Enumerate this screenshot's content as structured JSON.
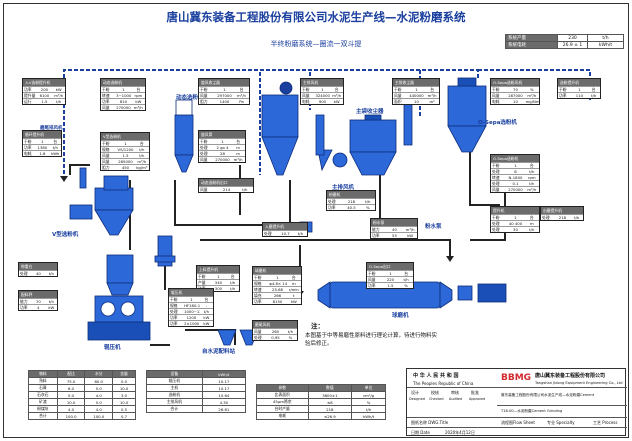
{
  "header": {
    "title": "唐山冀东装备工程股份有限公司水泥生产线—水泥粉磨系统",
    "subtitle": "半终粉磨系统—圈流一双斗提"
  },
  "capacity_table": {
    "rows": [
      {
        "label": "系统产量",
        "value": "230",
        "unit": "t/h"
      },
      {
        "label": "系统电耗",
        "value": "26.9 ± 1",
        "unit": "kWh/t"
      }
    ]
  },
  "equipment_labels": {
    "dynamic_separator": "动态选粉机",
    "main_dust_collector": "主袋收尘器",
    "o_sepa": "O-Sepa选粉机",
    "v_separator": "V型选粉机",
    "roller_press": "辊压机",
    "main_fan": "主排风机",
    "ball_mill": "球磨机",
    "powder_pump": "粉水泵",
    "slag_stock": "自水泥配料站",
    "mill_fan": "磨尾排风机"
  },
  "boxes": {
    "hoist_left": {
      "title": "入V选粉提升机",
      "rows": [
        [
          "功率",
          "200",
          "kW"
        ],
        [
          "提升量",
          "6100",
          "m³/h"
        ],
        [
          "运行",
          "1.5",
          "t/h"
        ]
      ]
    },
    "hoist_left2": {
      "title": "循环提升机",
      "rows": [
        [
          "干粉",
          "1",
          "台"
        ],
        [
          "功率",
          "1380",
          "t/h"
        ],
        [
          "电耗",
          "1.8",
          "kWh"
        ]
      ]
    },
    "dyn_sep": {
      "title": "动态选粉机",
      "rows": [
        [
          "干粉",
          "1",
          "台"
        ],
        [
          "转速",
          "3~1000",
          "rpm"
        ],
        [
          "功率",
          "810",
          "kW"
        ],
        [
          "风量",
          "270000",
          "m³/h"
        ]
      ]
    },
    "v_sep_box": {
      "title": "V型选粉机",
      "rows": [
        [
          "干粉",
          "1",
          "台"
        ],
        [
          "规格",
          "VS/1200",
          "t/h"
        ],
        [
          "风量",
          "1.5",
          "t/h"
        ],
        [
          "风量",
          "265000",
          "m³/h"
        ],
        [
          "阻力",
          "450",
          "kg/m³"
        ]
      ]
    },
    "cyclone": {
      "title": "旋风收尘器",
      "rows": [
        [
          "干粉",
          "1",
          "台"
        ],
        [
          "风量",
          "297000",
          "m³/h"
        ],
        [
          "阻力",
          "1400",
          "Pa"
        ]
      ]
    },
    "cyc_small": {
      "title": "旋风筒",
      "rows": [
        [
          "干粉",
          "1",
          "台"
        ],
        [
          "处理",
          "2 go 4",
          "m"
        ],
        [
          "处理",
          "28",
          "m"
        ],
        [
          "风量",
          "270000",
          "m³/h"
        ]
      ]
    },
    "dyn_outlet": {
      "title": "动态选粉机出口",
      "rows": [
        [
          "风量",
          "214",
          "t/h"
        ]
      ]
    },
    "fan_main_box": {
      "title": "主排风机",
      "rows": [
        [
          "干粉",
          "1",
          "台"
        ],
        [
          "风量",
          "324000",
          "m³/h"
        ],
        [
          "电耗",
          "900",
          "kW"
        ]
      ]
    },
    "bag_box": {
      "title": "主袋收尘器",
      "rows": [
        [
          "干粉",
          "1",
          "台"
        ],
        [
          "风量",
          "440000",
          "m³/h"
        ],
        [
          "面积",
          "10",
          "m²"
        ]
      ]
    },
    "osepa_fan": {
      "title": "O-Sepa选粉风机",
      "rows": [
        [
          "干粉",
          "70",
          "%"
        ],
        [
          "风量",
          "287000",
          "m³/h"
        ],
        [
          "电耗",
          "10",
          "mg/Nm³"
        ]
      ]
    },
    "osepa_box": {
      "title": "O-Sepa选粉机",
      "rows": [
        [
          "干粉",
          "1",
          "台"
        ],
        [
          "处理",
          "8",
          "t/h"
        ],
        [
          "转速",
          "N-1800",
          "rpm"
        ],
        [
          "处理",
          "0.1",
          "t/h"
        ],
        [
          "风量",
          "270000",
          "m³/h"
        ]
      ]
    },
    "osepa_hoist": {
      "title": "提升机",
      "rows": [
        [
          "干粉",
          "1",
          "台"
        ],
        [
          "处理",
          "40 400",
          "m"
        ],
        [
          "处理",
          "30",
          "t/h"
        ]
      ]
    },
    "osepa_right": {
      "title": "选粉提升机",
      "rows": [
        [
          "干粉",
          "1",
          "台"
        ],
        [
          "功率",
          "110",
          "t/h"
        ]
      ]
    },
    "dust_mid": {
      "title": "粉磨机",
      "rows": [
        [
          "处理",
          "218",
          "t/h"
        ],
        [
          "功率",
          "40.5",
          "%"
        ]
      ]
    },
    "powder_box": {
      "title": "粉水泵",
      "rows": [
        [
          "能力",
          "40",
          "m³/h"
        ],
        [
          "功率",
          "55",
          "kW"
        ]
      ]
    },
    "mill_inlet": {
      "title": "入磨提升机",
      "rows": [
        [
          "处理",
          "10.7",
          "t/h"
        ]
      ]
    },
    "feed_hoist": {
      "title": "上料提升机",
      "rows": [
        [
          "干粉",
          "1",
          "台"
        ],
        [
          "产量",
          "340",
          "t/h"
        ],
        [
          "功率",
          "300",
          "t/h"
        ]
      ]
    },
    "feeder_box": {
      "title": "辊压机",
      "rows": [
        [
          "干粉",
          "1",
          "台"
        ],
        [
          "规格",
          "HF180-160",
          "-"
        ],
        [
          "处理",
          "1000~1200",
          "t/h"
        ],
        [
          "功率",
          "1200",
          "kW"
        ],
        [
          "功率",
          "2×1000",
          "kW"
        ]
      ]
    },
    "mill_box": {
      "title": "球磨机",
      "rows": [
        [
          "干粉",
          "1",
          "台"
        ],
        [
          "规格",
          "φ4.8× 14.5",
          "m"
        ],
        [
          "转速",
          "25.68",
          "r/min"
        ],
        [
          "填充",
          "266",
          "t"
        ],
        [
          "功率",
          "8150",
          "kW"
        ]
      ]
    },
    "osepa_out": {
      "title": "O-Sepa出口",
      "rows": [
        [
          "干粉",
          "1",
          "台"
        ],
        [
          "风量",
          "220",
          "t/h"
        ],
        [
          "功率",
          "1.5",
          "%"
        ]
      ]
    },
    "fan_tail": {
      "title": "磨尾风机",
      "rows": [
        [
          "风量",
          "260",
          "t/h"
        ],
        [
          "处理",
          "0.95",
          "%"
        ]
      ]
    },
    "stock_box": {
      "title": "称重仓",
      "rows": [
        [
          "处理",
          "40",
          "t/h"
        ]
      ]
    },
    "mill_out": {
      "title": "出磨提升机",
      "rows": [
        [
          "处理",
          "218",
          "t/h"
        ]
      ]
    },
    "mix_box": {
      "title": "配料秤",
      "rows": [
        [
          "能力",
          "70",
          "t/h"
        ],
        [
          "功率",
          "4",
          "kW"
        ]
      ]
    }
  },
  "note": {
    "head": "注：",
    "text": "本图基于中等易磨性原料进行理论计算，待进行物料实验后修正。"
  },
  "material_table": {
    "headers": [
      "物料",
      "配比",
      "水分",
      "含量"
    ],
    "rows": [
      [
        "熟料",
        "75.0",
        "80.0",
        "0.0"
      ],
      [
        "石膏",
        "6.0",
        "5.0",
        "10.0"
      ],
      [
        "石灰石",
        "5.0",
        "4.0",
        "3.0"
      ],
      [
        "矿渣",
        "10.0",
        "5.0",
        "10.0"
      ],
      [
        "粉煤灰",
        "4.0",
        "4.0",
        "0.5"
      ],
      [
        "合计",
        "100.0",
        "100.0",
        "0.7"
      ]
    ]
  },
  "power_table": {
    "headers": [
      "设备",
      "kWh/t"
    ],
    "rows": [
      [
        "辊压机",
        "10.17"
      ],
      [
        "主机",
        "10.17"
      ],
      [
        "选粉机",
        "10.64"
      ],
      [
        "主排风机",
        "4.30"
      ],
      [
        "合计",
        "26.81"
      ]
    ]
  },
  "param_table": {
    "headers": [
      "参数",
      "数值",
      "单位"
    ],
    "rows": [
      [
        "比表面积",
        "3800±1",
        "cm²/g"
      ],
      [
        "45μm筛余",
        "≤8",
        "%"
      ],
      [
        "台时产量",
        "218",
        "t/h"
      ],
      [
        "电耗",
        "≤26.9",
        "kWh/t"
      ]
    ]
  },
  "title_block": {
    "country_cn": "中 华 人 民 共 和 国",
    "country_en": "The Peoples Republic of China",
    "company_cn": "唐山冀东装备工程股份有限公司",
    "company_en": "Tangshan Jidong Equipment Engineering Co., Ltd",
    "logo": "BBMG",
    "sign_labels": [
      "设计",
      "校核",
      "审核",
      "批准"
    ],
    "sign_labels_en": [
      "Designed",
      "Checked",
      "Audited",
      "Approved"
    ],
    "project": "冀东装备工程股份有限公司水泥生产线—水泥粉磨Cement",
    "drawing": "T18-00—水泥粉磨Cement Grinding",
    "date_label": "日期 Date",
    "date_value": "2020年4月12日",
    "sheet_label": "流程图Flow Sheet",
    "specialty_label": "专业 Specialty",
    "process_label": "工艺 Process",
    "drawing_label": "图纸名称 DWG.Title"
  }
}
